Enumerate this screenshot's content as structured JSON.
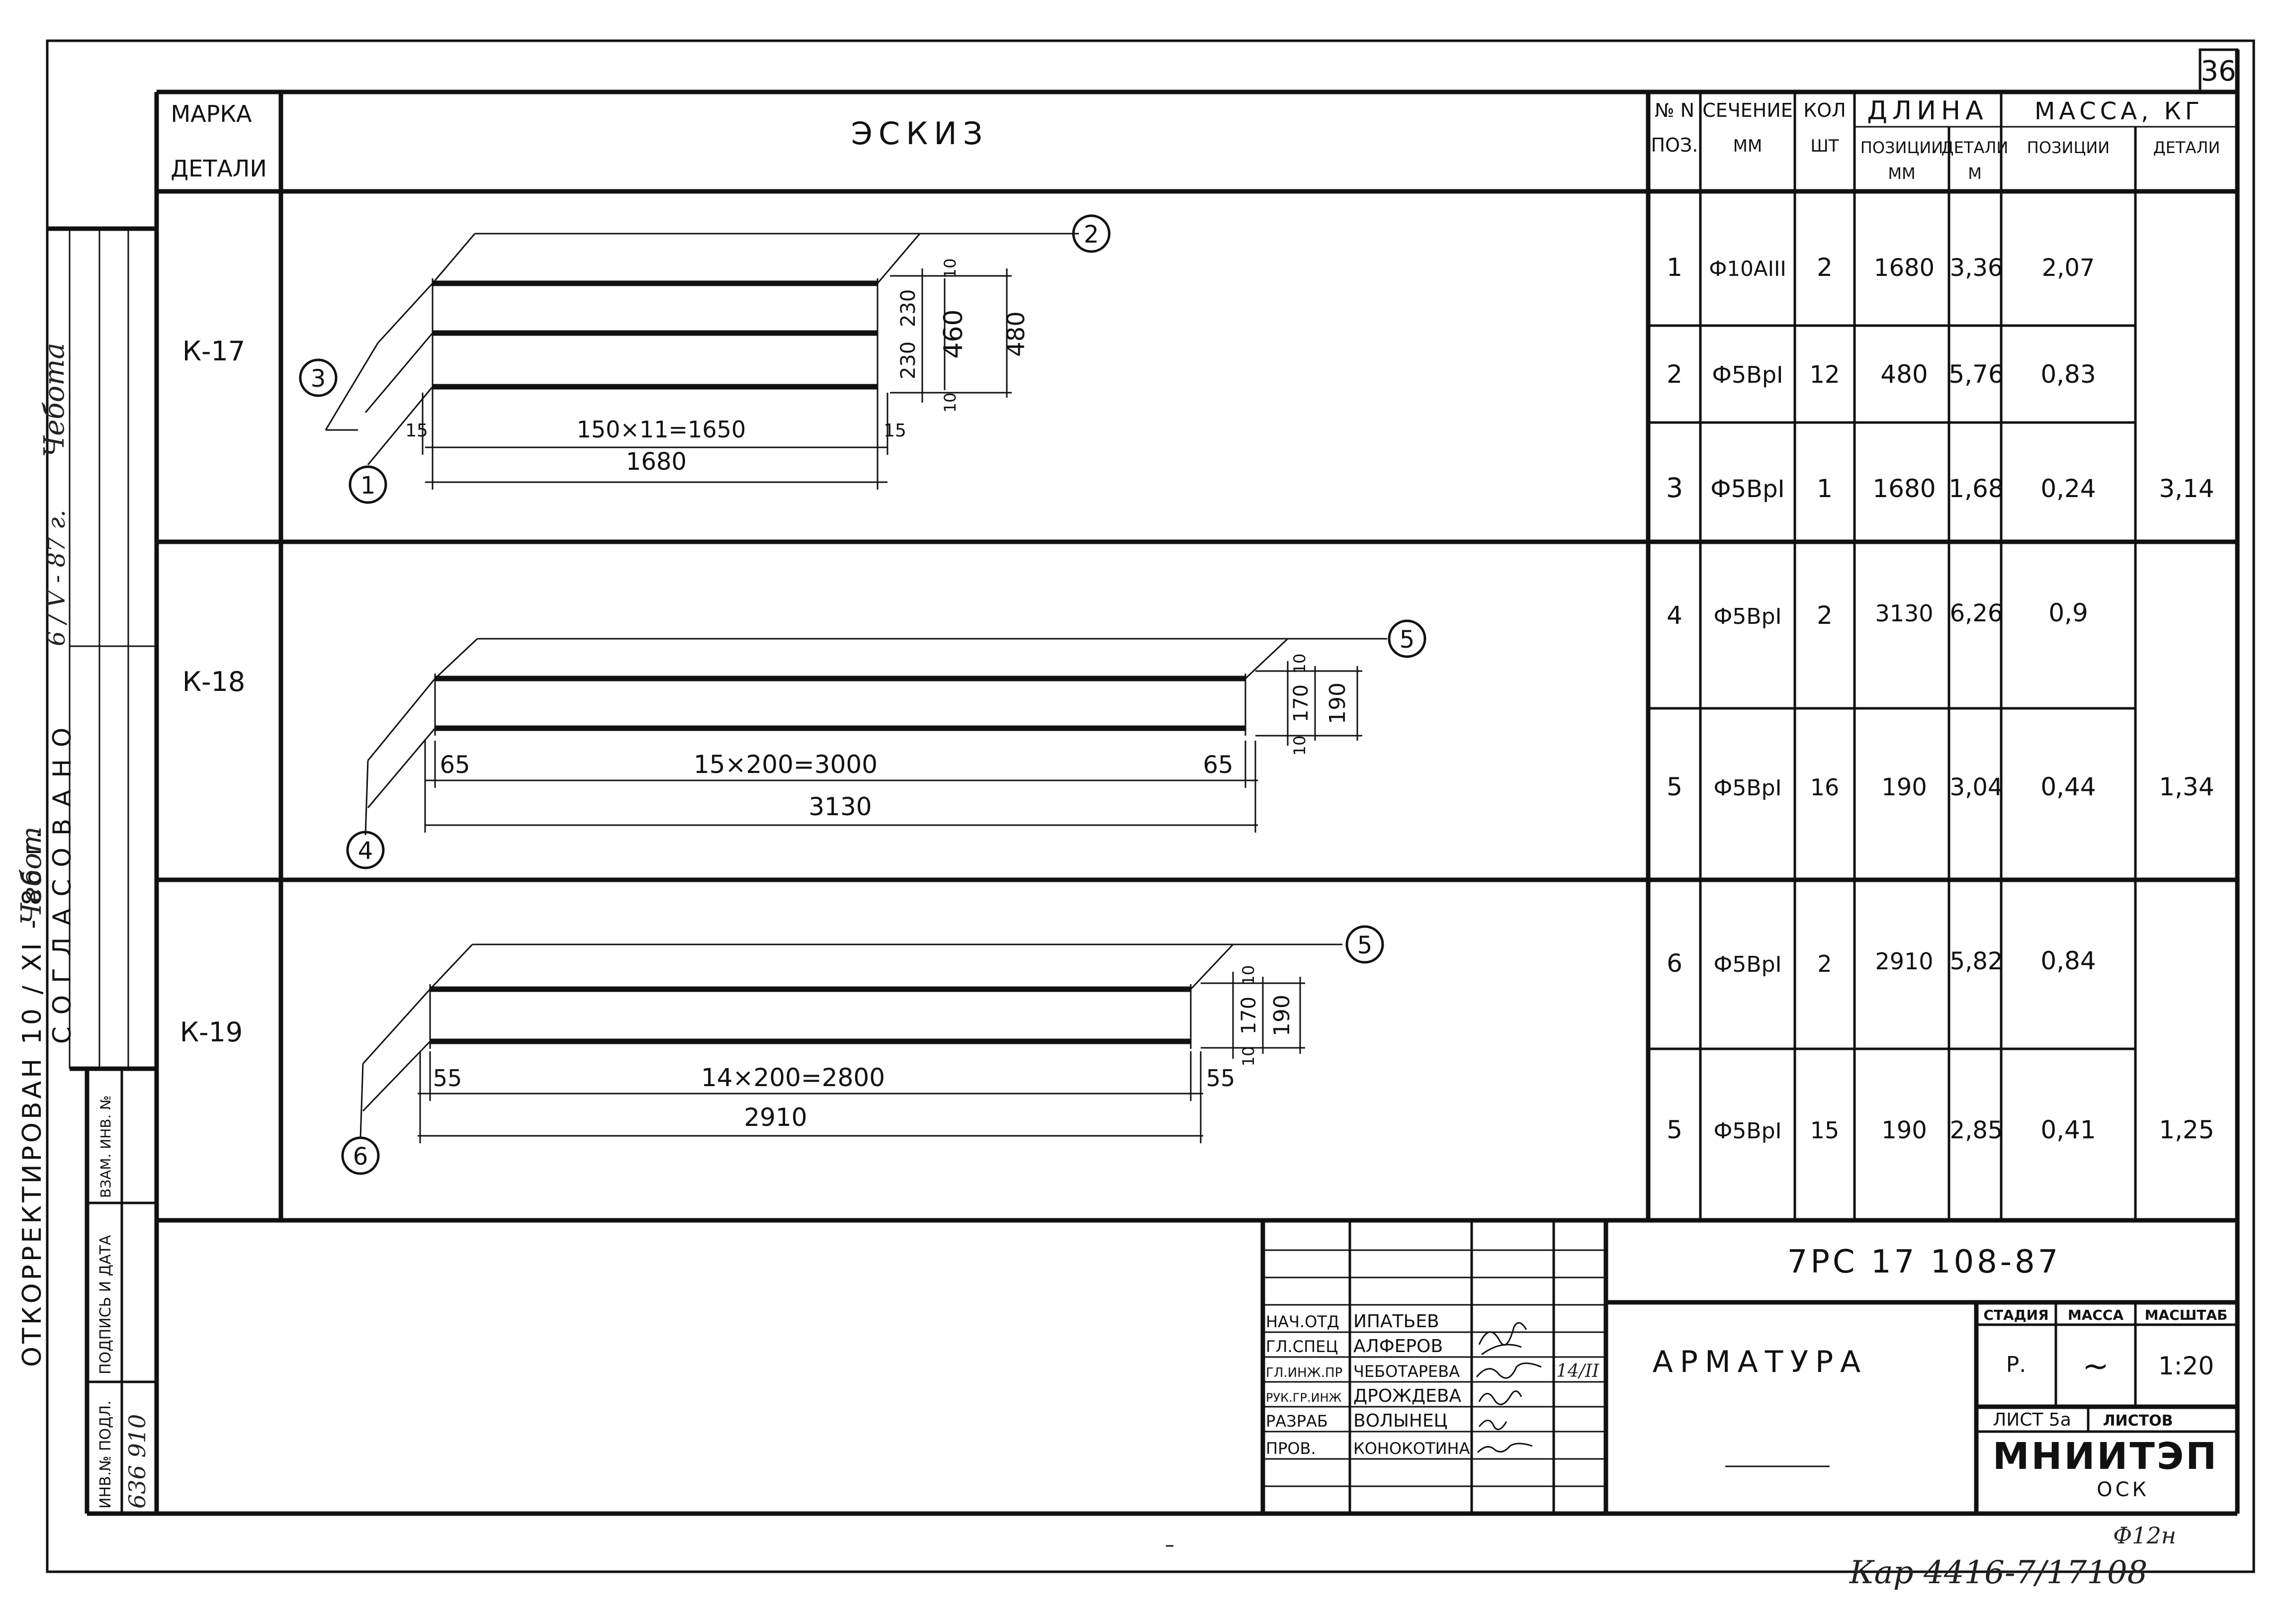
{
  "sheet_number": "36",
  "header": {
    "mark_label_1": "МАРКА",
    "mark_label_2": "ДЕТАЛИ",
    "sketch_label": "ЭСКИЗ",
    "pos_label_1": "№ N",
    "pos_label_2": "ПОЗ.",
    "section_label_1": "СЕЧЕНИЕ",
    "section_label_2": "ММ",
    "qty_label_1": "КОЛ",
    "qty_label_2": "ШТ",
    "length_label": "ДЛИНА",
    "length_pos_1": "ПОЗИЦИИ",
    "length_pos_2": "ММ",
    "length_det_1": "ДЕТАЛИ",
    "length_det_2": "М",
    "mass_label": "МАССА, КГ",
    "mass_pos": "ПОЗИЦИИ",
    "mass_det": "ДЕТАЛИ"
  },
  "details": [
    {
      "mark": "К-17",
      "dims": {
        "c1": "1",
        "c2": "2",
        "c3": "3",
        "top": "10",
        "d230a": "230",
        "d230b": "230",
        "bot": "10",
        "d460": "460",
        "d480": "480",
        "left15": "15",
        "right15": "15",
        "spacing": "150×11=1650",
        "total": "1680"
      }
    },
    {
      "mark": "К-18",
      "dims": {
        "c_left": "4",
        "c_right": "5",
        "top": "10",
        "d170": "170",
        "bot": "10",
        "d190": "190",
        "left": "65",
        "right": "65",
        "spacing": "15×200=3000",
        "total": "3130"
      }
    },
    {
      "mark": "К-19",
      "dims": {
        "c_left": "6",
        "c_right": "5",
        "top": "10",
        "d170": "170",
        "bot": "10",
        "d190": "190",
        "left": "55",
        "right": "55",
        "spacing": "14×200=2800",
        "total": "2910"
      }
    }
  ],
  "rows": [
    {
      "pos": "1",
      "section": "Ф10АIII",
      "qty": "2",
      "len_pos": "1680",
      "len_det": "3,36",
      "mass_pos": "2,07"
    },
    {
      "pos": "2",
      "section": "Ф5ВрI",
      "qty": "12",
      "len_pos": "480",
      "len_det": "5,76",
      "mass_pos": "0,83"
    },
    {
      "pos": "3",
      "section": "Ф5ВрI",
      "qty": "1",
      "len_pos": "1680",
      "len_det": "1,68",
      "mass_pos": "0,24"
    },
    {
      "pos": "4",
      "section": "Ф5ВрI",
      "qty": "2",
      "len_pos": "3130",
      "len_det": "6,26",
      "mass_pos": "0,9"
    },
    {
      "pos": "5",
      "section": "Ф5ВрI",
      "qty": "16",
      "len_pos": "190",
      "len_det": "3,04",
      "mass_pos": "0,44"
    },
    {
      "pos": "6",
      "section": "Ф5ВрI",
      "qty": "2",
      "len_pos": "2910",
      "len_det": "5,82",
      "mass_pos": "0,84"
    },
    {
      "pos": "5",
      "section": "Ф5ВрI",
      "qty": "15",
      "len_pos": "190",
      "len_det": "2,85",
      "mass_pos": "0,41"
    }
  ],
  "detail_masses": [
    "3,14",
    "1,34",
    "1,25"
  ],
  "left_margin": {
    "corrected": "ОТКОРРЕКТИРОВАН 10 / XI - 86 г.",
    "corrected_sig": "Чебот",
    "approved": "СОГЛАСОВАНО",
    "approved_date": "6 / V - 87 г.",
    "approved_sig": "Чебота",
    "inv_label": "ИНВ.№ ПОДЛ.",
    "sign_label": "ПОДПИСЬ И ДАТА",
    "vzam_label": "ВЗАМ. ИНВ. №",
    "inv_value": "636 910"
  },
  "title_block": {
    "doc_code": "7РС 17 108-87",
    "title": "АРМАТУРА",
    "stage_label": "СТАДИЯ",
    "mass_label": "МАССА",
    "scale_label": "МАСШТАБ",
    "stage_value": "Р.",
    "mass_value": "~",
    "scale_value": "1:20",
    "sheet_label": "ЛИСТ 5а",
    "sheets_label": "ЛИСТОВ",
    "org": "МНИИТЭП",
    "dept": "ОСК",
    "signatures": [
      {
        "role": "НАЧ.ОТД",
        "name": "ИПАТЬЕВ"
      },
      {
        "role": "ГЛ.СПЕЦ",
        "name": "АЛФЕРОВ"
      },
      {
        "role": "ГЛ.ИНЖ.ПР",
        "name": "ЧЕБОТАРЕВА",
        "date": "14/II"
      },
      {
        "role": "РУК.ГР.ИНЖ",
        "name": "ДРОЖДЕВА"
      },
      {
        "role": "РАЗРАБ",
        "name": "ВОЛЫНЕЦ"
      },
      {
        "role": "ПРОВ.",
        "name": "КОНОКОТИНА"
      }
    ]
  },
  "footer": {
    "format": "Ф12н",
    "archive": "Кар 4416-7/17108"
  }
}
